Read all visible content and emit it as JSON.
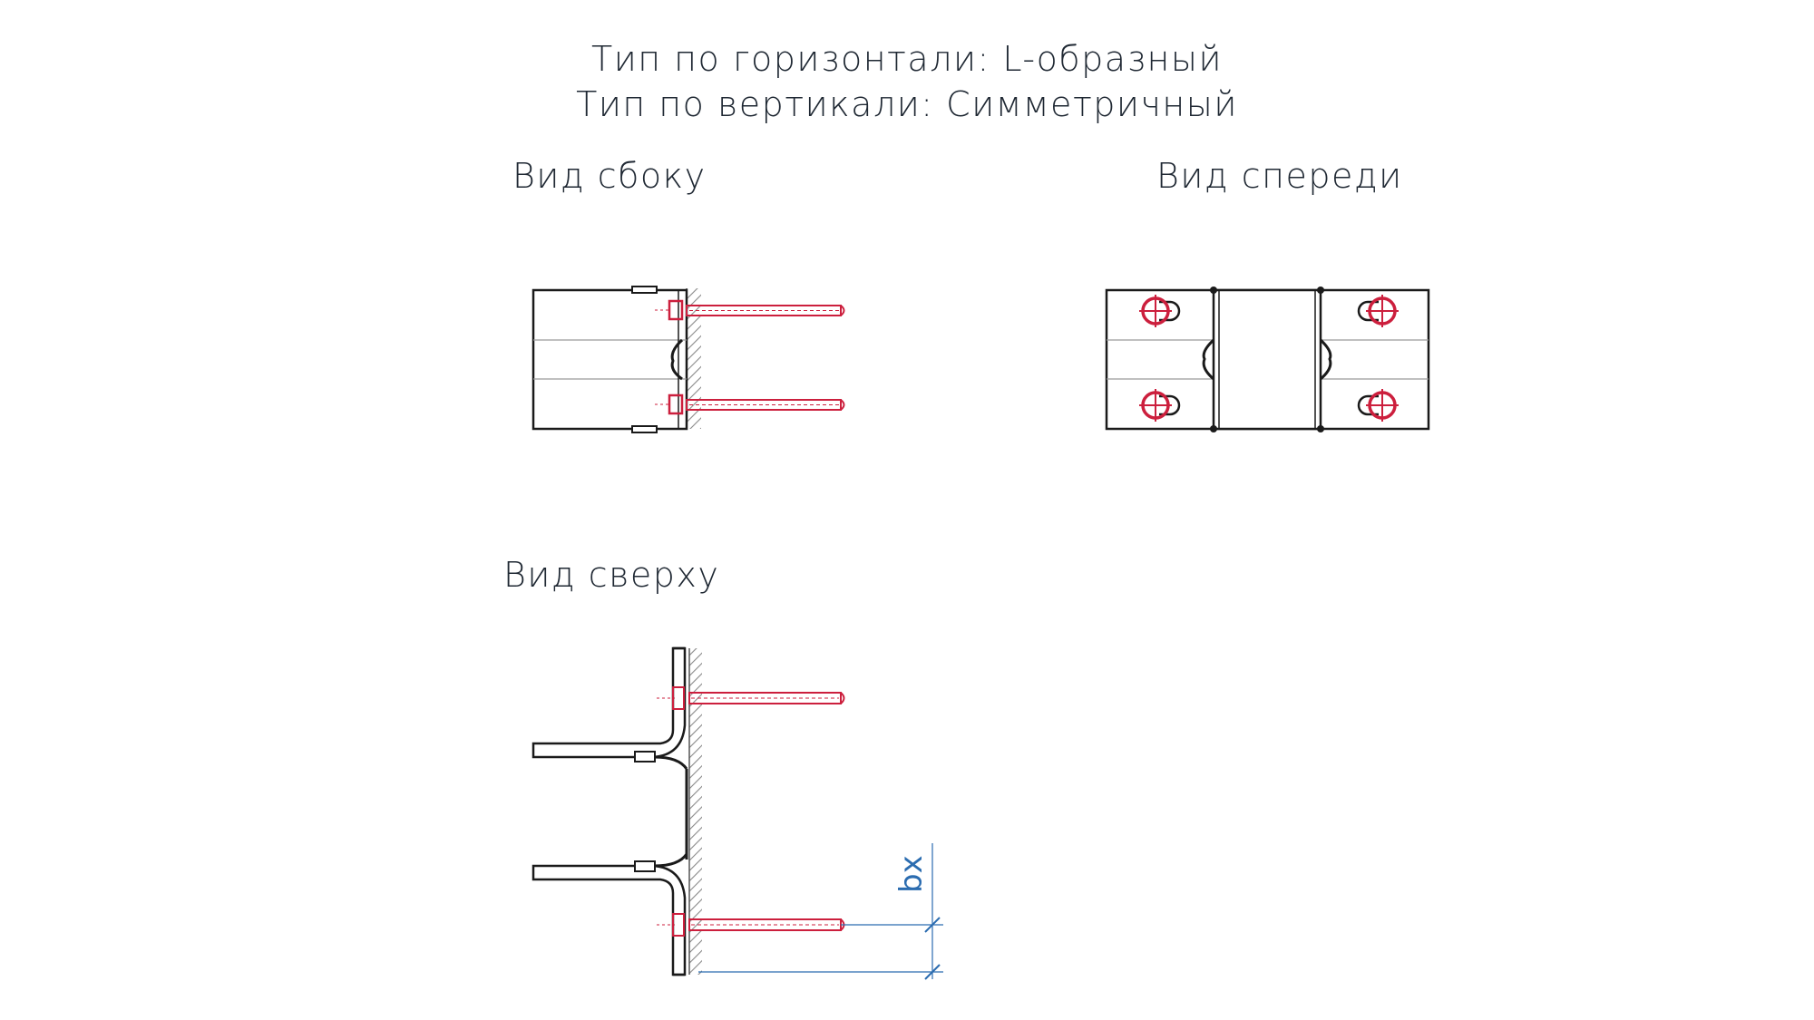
{
  "header": {
    "line1": "Тип по горизонтали: L-образный",
    "line2": "Тип по вертикали: Симметричный"
  },
  "views": {
    "side": {
      "title": "Вид сбоку"
    },
    "front": {
      "title": "Вид спереди"
    },
    "top": {
      "title": "Вид сверху"
    }
  },
  "dimension": {
    "label": "bx"
  },
  "colors": {
    "line": "#1a1a1a",
    "anchor": "#cc1f3d",
    "dimension": "#2b6cb0",
    "hatch": "#8a8a8a",
    "thin": "#9a9a9a"
  }
}
